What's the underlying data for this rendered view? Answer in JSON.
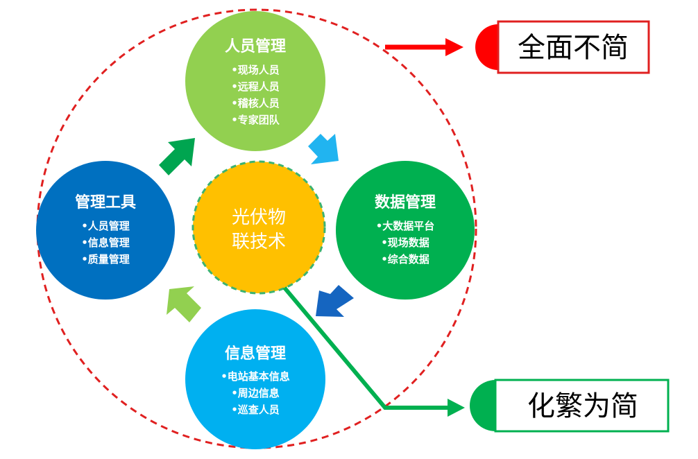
{
  "center": {
    "line1": "光伏物",
    "line2": "联技术"
  },
  "nodes": {
    "personnel": {
      "title": "人员管理",
      "items": [
        "•现场人员",
        "•远程人员",
        "•稽核人员",
        "•专家团队"
      ]
    },
    "data": {
      "title": "数据管理",
      "items": [
        "•大数据平台",
        "•现场数据",
        "•综合数据"
      ]
    },
    "info": {
      "title": "信息管理",
      "items": [
        "•电站基本信息",
        "•周边信息",
        "•巡查人员"
      ]
    },
    "tools": {
      "title": "管理工具",
      "items": [
        "•人员管理",
        "•信息管理",
        "•质量管理"
      ]
    }
  },
  "labels": {
    "top": "全面不简",
    "bottom": "化繁为简"
  },
  "colors": {
    "personnel": "#92d050",
    "data": "#00b050",
    "info": "#00b0f0",
    "tools": "#0070c0",
    "center": "#ffc000",
    "red": "#ff0000",
    "green": "#00b050"
  }
}
